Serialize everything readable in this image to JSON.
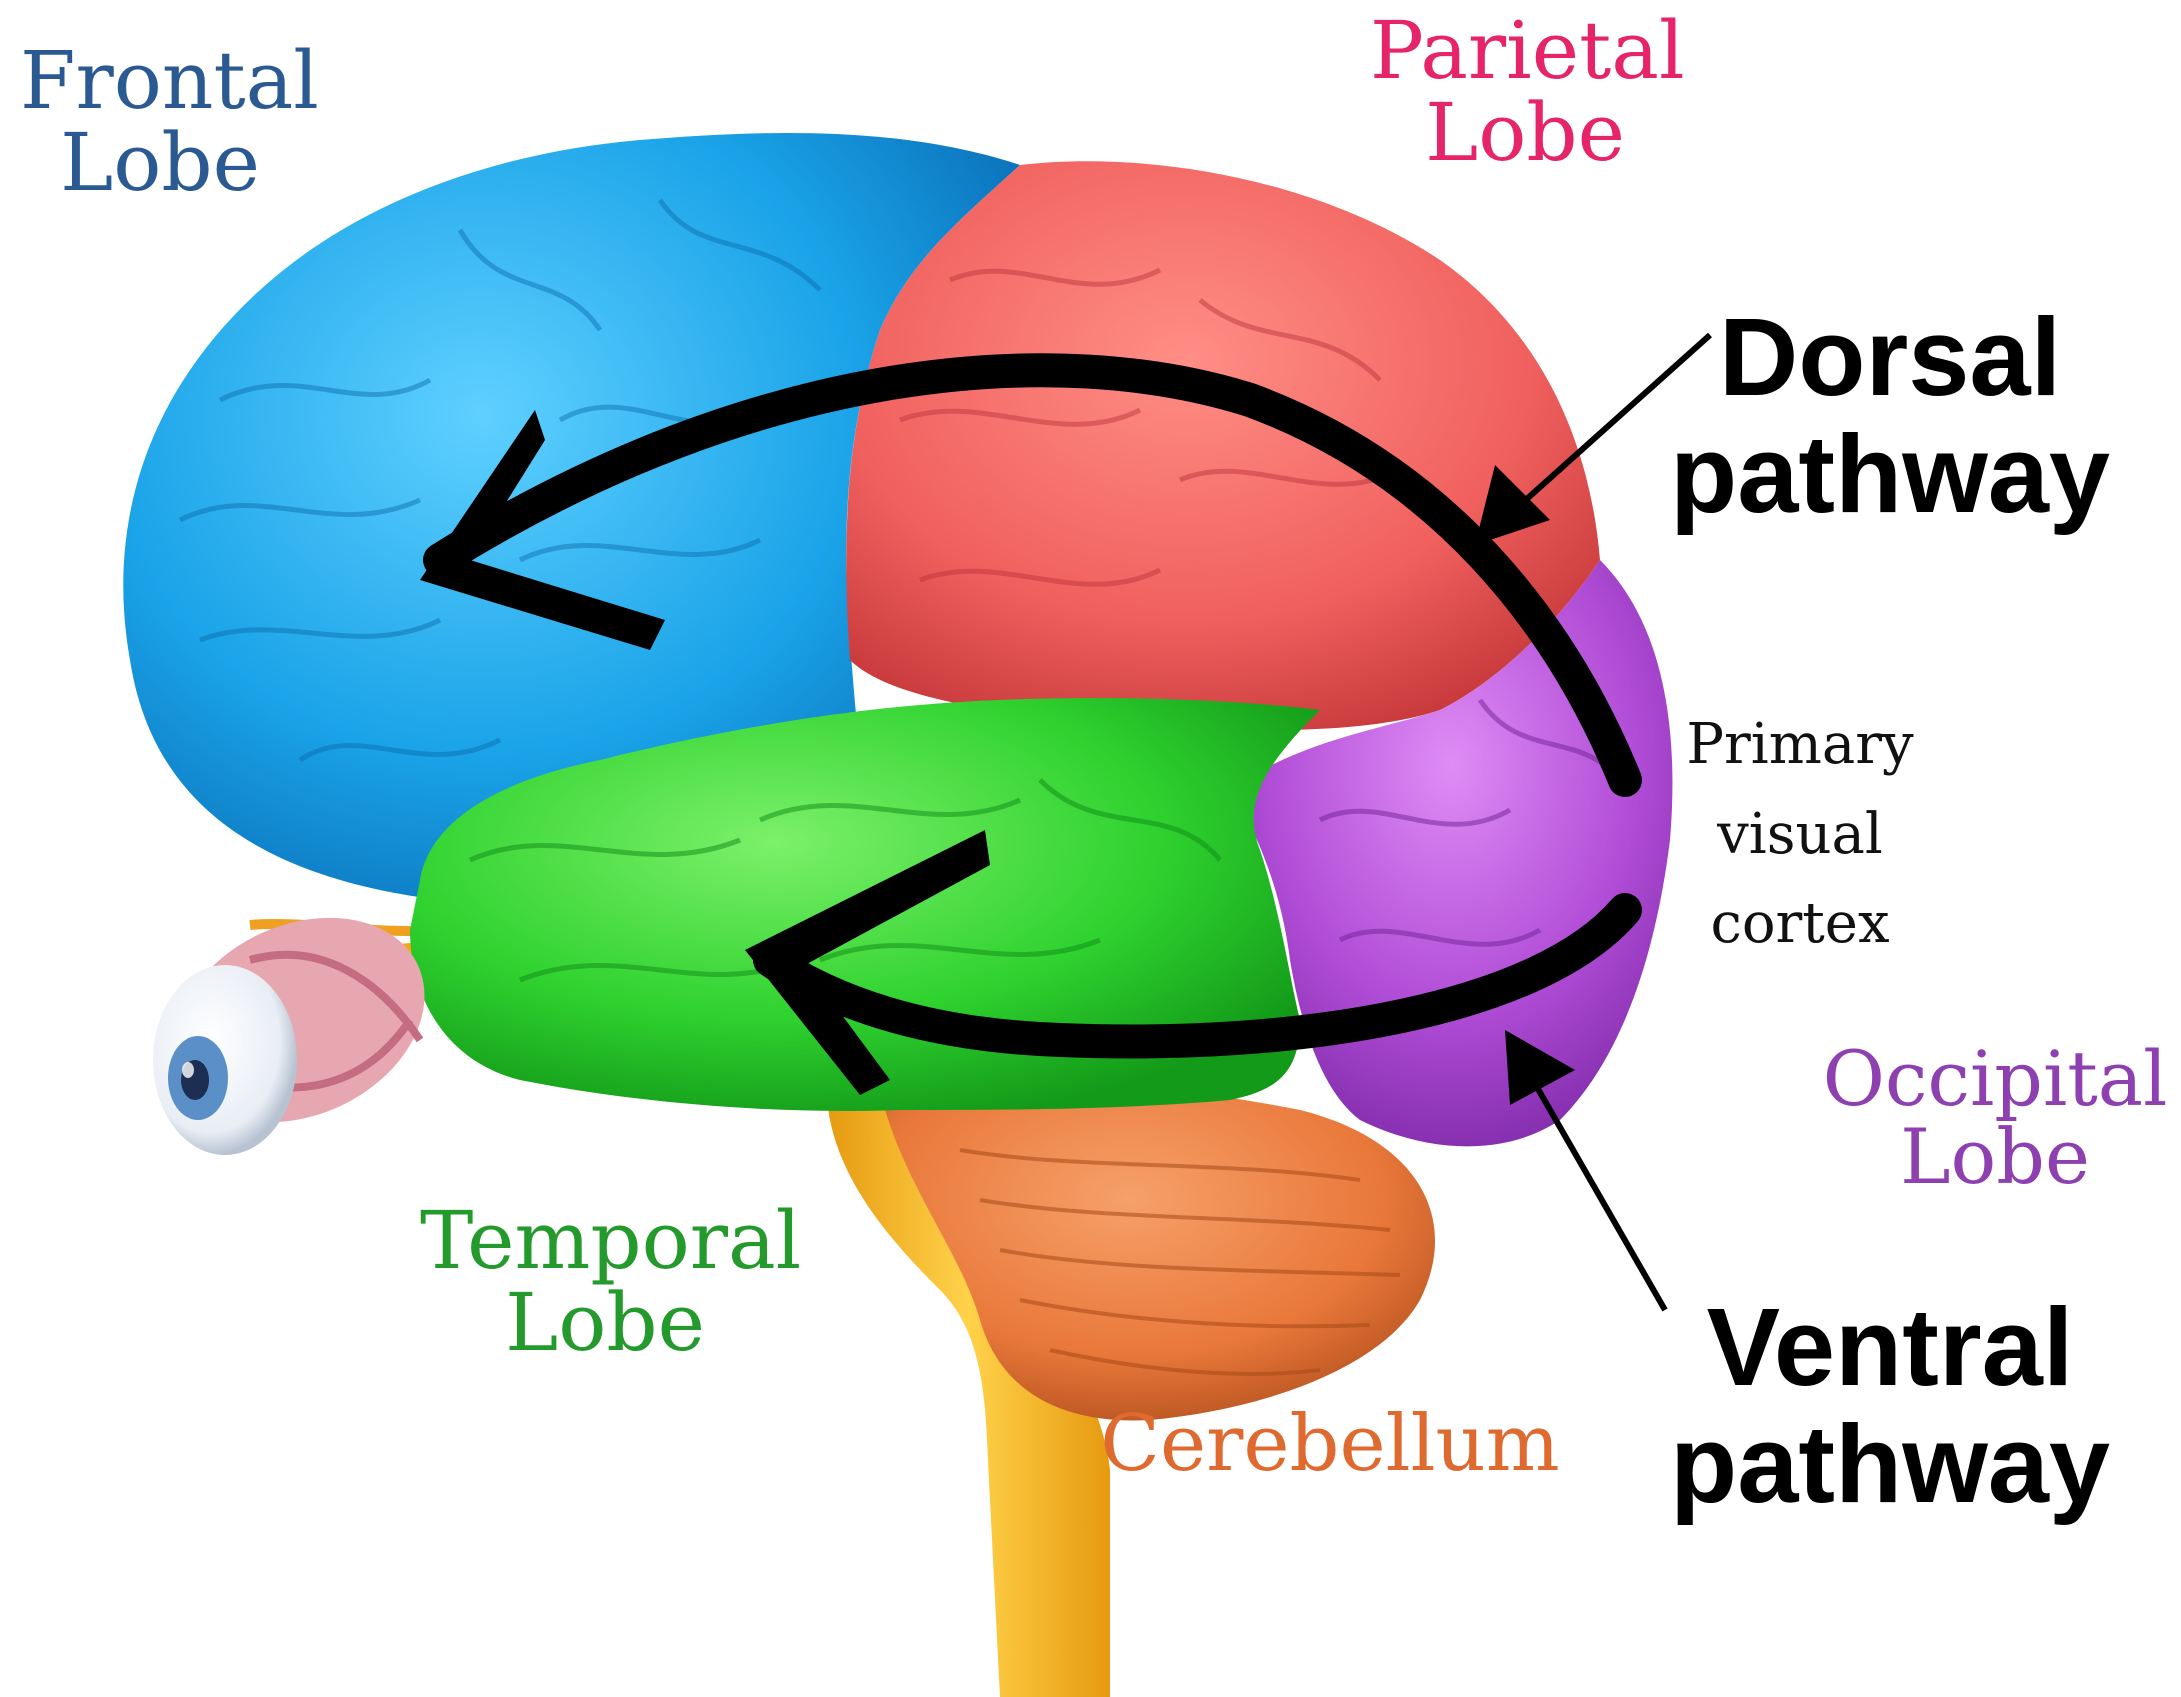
{
  "labels": {
    "frontal": [
      "Frontal",
      "Lobe"
    ],
    "parietal": [
      "Parietal",
      "Lobe"
    ],
    "temporal": [
      "Temporal",
      "Lobe"
    ],
    "occipital": [
      "Occipital",
      "Lobe"
    ],
    "cerebellum": "Cerebellum",
    "primary_visual_cortex": [
      "Primary",
      "visual",
      "cortex"
    ],
    "dorsal": [
      "Dorsal",
      "pathway"
    ],
    "ventral": [
      "Ventral",
      "pathway"
    ]
  },
  "colors": {
    "frontal": "#1aa3e8",
    "parietal": "#f0605e",
    "temporal": "#2fd22f",
    "occipital": "#b04cd6",
    "cerebellum": "#e9783a",
    "brainstem": "#f3b41c",
    "frontal_text": "#2b5a92",
    "parietal_text": "#e5246a",
    "temporal_text": "#239a2b",
    "occipital_text": "#8e3fb0",
    "cerebellum_text": "#df6a30",
    "arrow": "#000000"
  }
}
